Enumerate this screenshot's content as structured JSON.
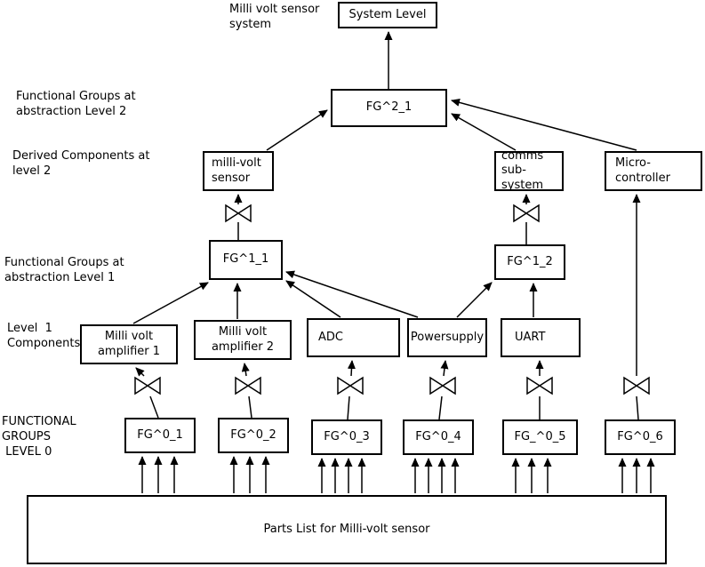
{
  "colors": {
    "line": "#000000",
    "background": "#ffffff",
    "box_fill": "#ffffff"
  },
  "annotations": {
    "title": "Milli volt sensor\nsystem",
    "level2_groups": "Functional Groups at\nabstraction Level 2",
    "derived_level2": "Derived Components at\nlevel 2",
    "level1_groups": "Functional Groups at\nabstraction Level 1",
    "level1_components": "Level  1\nComponents",
    "level0_groups": "FUNCTIONAL\nGROUPS\n LEVEL 0"
  },
  "nodes": {
    "system_level": "System Level",
    "fg2_1": "FG^2_1",
    "millivolt_sensor": "milli-volt\nsensor",
    "comms_subsystem": "comms\nsub-system",
    "microcontroller": "Micro-\ncontroller",
    "fg1_1": "FG^1_1",
    "fg1_2": "FG^1_2",
    "amplifier1": "Milli volt\namplifier 1",
    "amplifier2": "Milli volt\namplifier 2",
    "adc": "ADC",
    "powersupply": "Powersupply",
    "uart": "UART",
    "fg0_1": "FG^0_1",
    "fg0_2": "FG^0_2",
    "fg0_3": "FG^0_3",
    "fg0_4": "FG^0_4",
    "fg0_5": "FG_^0_5",
    "fg0_6": "FG^0_6",
    "parts_list": "Parts List for Milli-volt sensor"
  }
}
